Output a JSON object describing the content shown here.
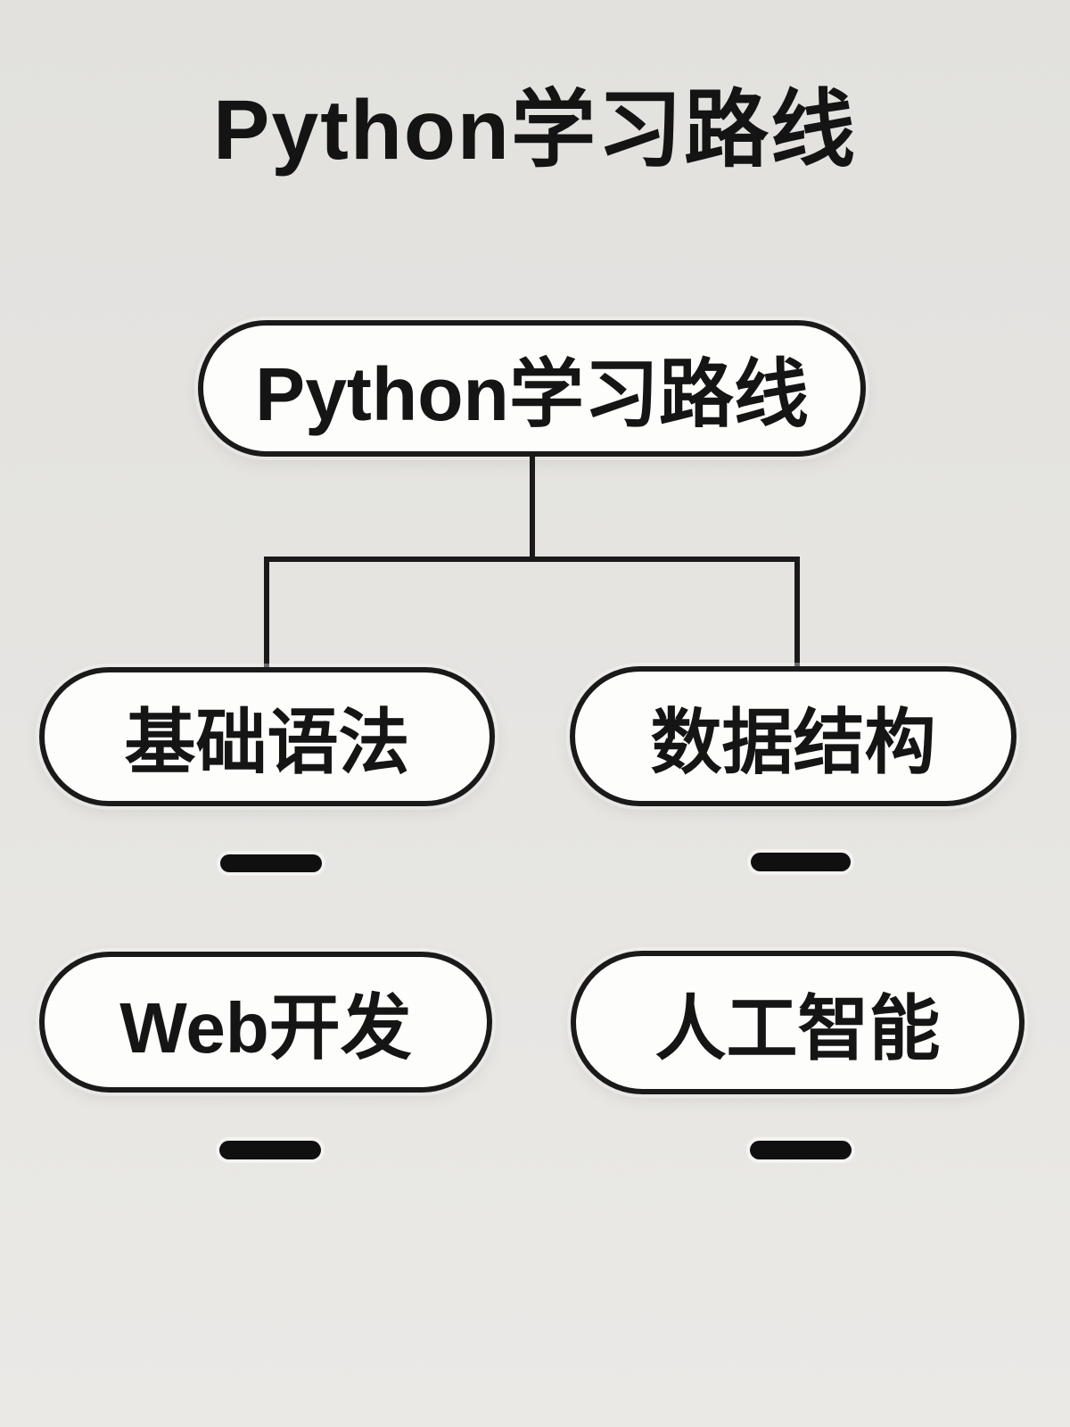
{
  "page": {
    "title": "Python学习路线",
    "background_color": "#e5e4e1"
  },
  "diagram": {
    "root": {
      "label": "Python学习路线"
    },
    "level1": [
      {
        "label": "基础语法"
      },
      {
        "label": "数据结构"
      }
    ],
    "level2": [
      {
        "label": "Web开发"
      },
      {
        "label": "人工智能"
      }
    ],
    "style": {
      "node_fill": "#fdfdfb",
      "node_border_color": "#1a1a1a",
      "connector_color": "#1a1a1a",
      "text_color": "#151515",
      "dash_color": "#101010"
    }
  }
}
